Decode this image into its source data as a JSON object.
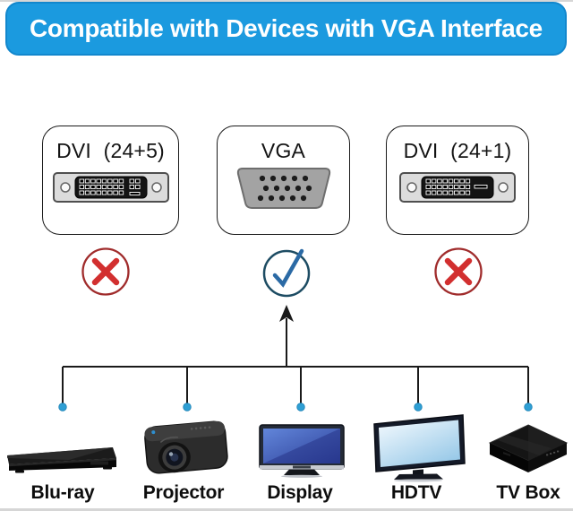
{
  "banner": {
    "title": "Compatible with Devices with VGA Interface",
    "bg_color": "#1b9adf",
    "text_color": "#ffffff"
  },
  "connector_cards": [
    {
      "label": "DVI (24+5)",
      "connector": "dvi-24-5",
      "status": "not-compatible",
      "status_symbol": "cross"
    },
    {
      "label": "VGA",
      "connector": "vga",
      "status": "compatible",
      "status_symbol": "check"
    },
    {
      "label": "DVI (24+1)",
      "connector": "dvi-24-1",
      "status": "not-compatible",
      "status_symbol": "cross"
    }
  ],
  "colors": {
    "cross": "#d22f2f",
    "cross_ring": "#a02c2c",
    "check": "#2b6aa5",
    "check_ring": "#1d4c63",
    "tree_line": "#1a1a1a",
    "node_dot": "#2f9fd4"
  },
  "devices": [
    {
      "label": "Blu-ray"
    },
    {
      "label": "Projector"
    },
    {
      "label": "Display"
    },
    {
      "label": "HDTV"
    },
    {
      "label": "TV Box"
    }
  ]
}
